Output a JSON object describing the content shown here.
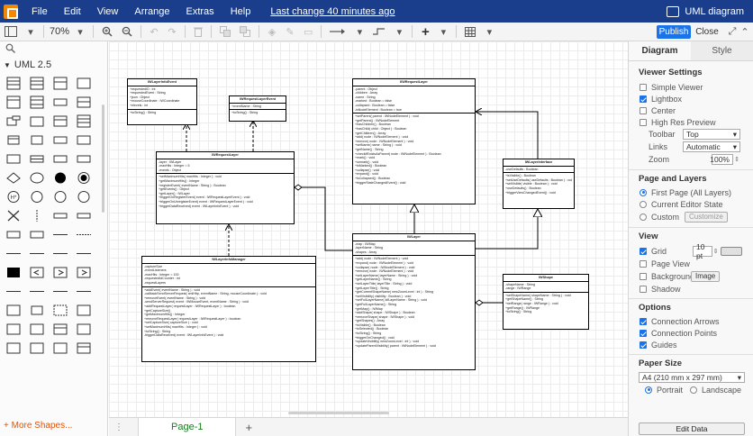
{
  "menubar": {
    "items": [
      "File",
      "Edit",
      "View",
      "Arrange",
      "Extras",
      "Help"
    ],
    "last_change": "Last change 40 minutes ago",
    "diagram_title": "UML diagram"
  },
  "toolbar": {
    "zoom": "70%",
    "publish_label": "Publish",
    "close_label": "Close"
  },
  "sidebar": {
    "library_title": "UML 2.5",
    "more_shapes": "+ More Shapes..."
  },
  "pages": {
    "current": "Page-1"
  },
  "panel": {
    "tabs": [
      "Diagram",
      "Style"
    ],
    "viewer_settings": {
      "title": "Viewer Settings",
      "simple_viewer": "Simple Viewer",
      "lightbox": "Lightbox",
      "center": "Center",
      "high_res": "High Res Preview",
      "toolbar_label": "Toolbar",
      "toolbar_value": "Top",
      "links_label": "Links",
      "links_value": "Automatic",
      "zoom_label": "Zoom",
      "zoom_value": "100%"
    },
    "page_layers": {
      "title": "Page and Layers",
      "first_page": "First Page (All Layers)",
      "current_editor": "Current Editor State",
      "custom": "Custom",
      "customize": "Customize"
    },
    "view": {
      "title": "View",
      "grid": "Grid",
      "grid_size": "10 pt",
      "page_view": "Page View",
      "background": "Background",
      "image_btn": "Image",
      "shadow": "Shadow"
    },
    "options": {
      "title": "Options",
      "connection_arrows": "Connection Arrows",
      "connection_points": "Connection Points",
      "guides": "Guides"
    },
    "paper": {
      "title": "Paper Size",
      "size": "A4 (210 mm x 297 mm)",
      "portrait": "Portrait",
      "landscape": "Landscape"
    },
    "edit_data": "Edit Data"
  },
  "diagram": {
    "classes": {
      "info_event": {
        "name": "IWLayerInfoEvent",
        "attrs": [
          "+requestedID : int",
          "+requestedEvent : String",
          "+json : Object",
          "+mouseCoordinate : IWCoordinate",
          "+elevels : int"
        ],
        "ops": [
          "+toString() : String"
        ]
      },
      "request_event": {
        "name": "IWRequestLayerEvent",
        "attrs": [
          "+eventName : String"
        ],
        "ops": [
          "+toString() : String"
        ]
      },
      "request_layer": {
        "name": "IWRequestLayer",
        "attrs": [
          "-layer : IWLayer",
          "-maxHits : Integer = 5",
          "-events : Object"
        ],
        "ops": [
          "+setMaximumHits( maxHits : Integer ) : void",
          "+getMaximumHits() : Integer",
          "+registerEvent( eventName : String ) : Boolean",
          "+getEvents() : Object",
          "+getLayer() : IWLayer",
          "+triggerOnRegisterEvent( event : IWRequestLayerEvent ) : void",
          "+triggerOnUnregisterEvent( event : IWRequestLayerEvent ) : void",
          "+triggerDataReceived( event : IWLayerInfoEvent ) : void"
        ]
      },
      "info_manager": {
        "name": "IWLayerInfoManager",
        "attrs": [
          "-captureSize",
          "-eventListeners",
          "-maxHits : Integer = 100",
          "-requestedIdCounter : int",
          "-requestLayers"
        ],
        "ops": [
          "+addEvent( eventName : String ) : void",
          "-callbackSendServerRequest( xmlHttp, eventName : String, mouseCoordinate ) : void",
          "+removeEvent( eventName : String ) : void",
          "-sendServerRequest( event : IWMouseEvent, eventName : String ) : void",
          "+addRequestLayer( requestLayer : IWRequestLayer ) : boolean",
          "+getCaptureSize()",
          "+getMaximumHits() : Integer",
          "+removeRequestLayer( requestLayer : IWRequestLayer ) : boolean",
          "+setCaptureSize( captureSize ) : void",
          "+setMaximumHits( maxHits : Integer ) : void",
          "+toString() : String",
          "-triggerDataReceived( event : IWLayerInfoEvent ) : void"
        ]
      },
      "irequest_layer": {
        "name": "IIWRequestLayer",
        "attrs": [
          "-parent : Object",
          "-children : Array",
          "-name : String",
          "-marked : Boolean = false",
          "-collapsed : Boolean = false",
          "-isNodeElement : Boolean = true"
        ],
        "ops": [
          "+setParent( parent : IWNodeElement ) : void",
          "+getParent() : IWNodeElement",
          "+hasChildren() : Boolean",
          "+hasChild( child : Object ) : Boolean",
          "+getChildren() : Array",
          "+add( node : IWNodeElement ) : void",
          "+remove( node : IWNodeElement ) : void",
          "+setName( name : String ) : void",
          "+getName() : String",
          "+checkIfExistsAsParent( node : IWNodeElement ) : Boolean",
          "+mark() : void",
          "+unmark() : void",
          "+isMarked() : Boolean",
          "+collapse() : void",
          "+expand() : void",
          "+isCollapsed() : Boolean",
          "+triggerStateChangedEvent() : void"
        ]
      },
      "layer_interface": {
        "name": "IWLayerInterface",
        "attrs": [
          "-useDefaults : Boolean"
        ],
        "ops": [
          "+isVisible() : Boolean",
          "+setUseDefaults( useDefaults : Boolean ) : void",
          "+setVisible( visible : Boolean ) : void",
          "+useDefaults() : Boolean",
          "+triggerViewChangedEvent() : void"
        ]
      },
      "layer": {
        "name": "IWLayer",
        "attrs": [
          "-map : IWMap",
          "-layerName : String",
          "-shapes : Array"
        ],
        "ops": [
          "+add( node : IWNodeElement ) : void",
          "+expand( node : IWNodeElement ) : void",
          "+collapse( node : IWNodeElement ) : void",
          "+remove( node : IWNodeElement ) : void",
          "+setLayerName( layerName : String ) : void",
          "+getLayerName() : String",
          "+setLayerTitle( layerTitle : String ) : void",
          "+getLayerTitle() : String",
          "+getCurrentShapeName( newZoomLevel : int ) : String",
          "+setVisibility( visibility : Boolean ) : void",
          "+setFullLayerName( idfLayerName : String ) : void",
          "+getFullLayerName() : String",
          "+getMap() : IWMap",
          "+addShape( shape : IWShape ) : Boolean",
          "+removeShape( shape : IWShape ) : void",
          "+getShapes() : Array",
          "+isVisible() : Boolean",
          "+isSelected() : Boolean",
          "+toString() : String",
          "+triggerOnChanged() : void",
          "+updateVisibility( newZoomLevel : int ) : void",
          "+updateParentVisibility( parent : IWNodeElement ) : void"
        ]
      },
      "shape": {
        "name": "IWShape",
        "attrs": [
          "-shapeName : String",
          "-range : IWRange"
        ],
        "ops": [
          "+setShapeName( shapeName : String ) : void",
          "+getShapeName() : String",
          "+setRange( range : IWRange ) : void",
          "+getRange() : IWRange",
          "+toString() : String"
        ]
      }
    }
  }
}
